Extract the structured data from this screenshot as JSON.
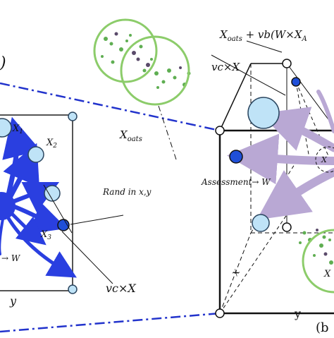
{
  "colors": {
    "ink": "#111111",
    "cluster_blue": "#2a3fe0",
    "node_blue": "#1f4fd8",
    "node_fill": "#bfe3f7",
    "node_stroke": "#2b4660",
    "green_ring": "#8ccc6a",
    "green_cloud": "#5fae52",
    "purple_cloud": "#5a4a6a",
    "lavender": "#b9a8d4",
    "dashdot_blue": "#2233cc"
  },
  "labels": {
    "left_paren": ")",
    "x1": "X",
    "x1_sub": "1",
    "x2": "X",
    "x2_sub": "2",
    "x3": "X",
    "x3_sub": "3",
    "x_oats": "X",
    "x_oats_sub": "oats",
    "rand": "Rand in x,y",
    "w_left": "→  W",
    "vcx_left": "vc×X",
    "y_left": "y",
    "formula": "X",
    "formula_sub": "oats",
    "formula_rest": " + vb(W×X",
    "formula_sub2": "A",
    "vcx_right": "vc×X",
    "assessment": "Assessment→ W",
    "x_axis": "x",
    "y_axis": "y",
    "x_right": "X",
    "x_center": "X",
    "panel_b": "(b"
  }
}
